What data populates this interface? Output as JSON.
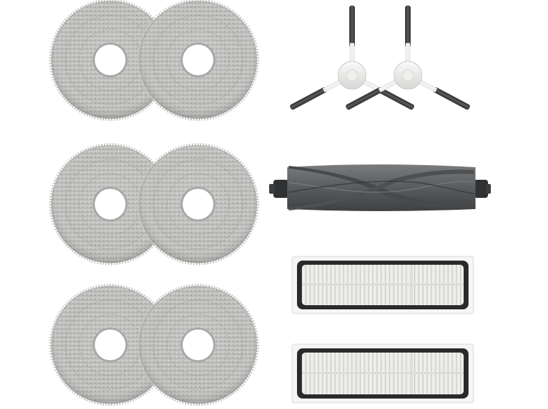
{
  "scene": {
    "background": "#ffffff",
    "colors": {
      "mop_fabric": "#b9b9b7",
      "mop_fabric_light": "#d4d4d2",
      "mop_fabric_dark": "#8f8f8d",
      "brush_hub": "#ececea",
      "brush_arm": "#f4f4f2",
      "bristle": "#3a3a3a",
      "roller_rubber": "#5d5f61",
      "roller_dark": "#3f4143",
      "filter_frame": "#f5f5f5",
      "filter_gasket": "#2a2a2a",
      "filter_media": "#e8e8e6"
    },
    "items": [
      {
        "name": "mop-pad",
        "count": 6
      },
      {
        "name": "side-brush",
        "count": 2
      },
      {
        "name": "main-roller-brush",
        "count": 1
      },
      {
        "name": "hepa-filter",
        "count": 2
      }
    ]
  }
}
